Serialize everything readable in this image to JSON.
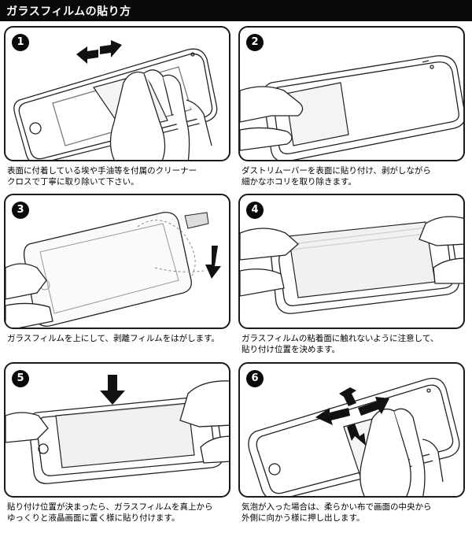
{
  "header": {
    "title": "ガラスフィルムの貼り方"
  },
  "steps": [
    {
      "number": "1",
      "text": "表面に付着している埃や手油等を付属のクリーナー\nクロスで丁寧に取り除いて下さい。"
    },
    {
      "number": "2",
      "text": "ダストリムーバーを表面に貼り付け、剥がしながら\n細かなホコリを取り除きます。"
    },
    {
      "number": "3",
      "text": "ガラスフィルムを上にして、剥離フィルムをはがします。"
    },
    {
      "number": "4",
      "text": "ガラスフィルムの粘着面に触れないように注意して、\n貼り付け位置を決めます。"
    },
    {
      "number": "5",
      "text": "貼り付け位置が決まったら、ガラスフィルムを真上から\nゆっくりと液晶画面に置く様に貼り付けます。"
    },
    {
      "number": "6",
      "text": "気泡が入った場合は、柔らかい布で画面の中央から\n外側に向かう様に押し出します。"
    }
  ]
}
